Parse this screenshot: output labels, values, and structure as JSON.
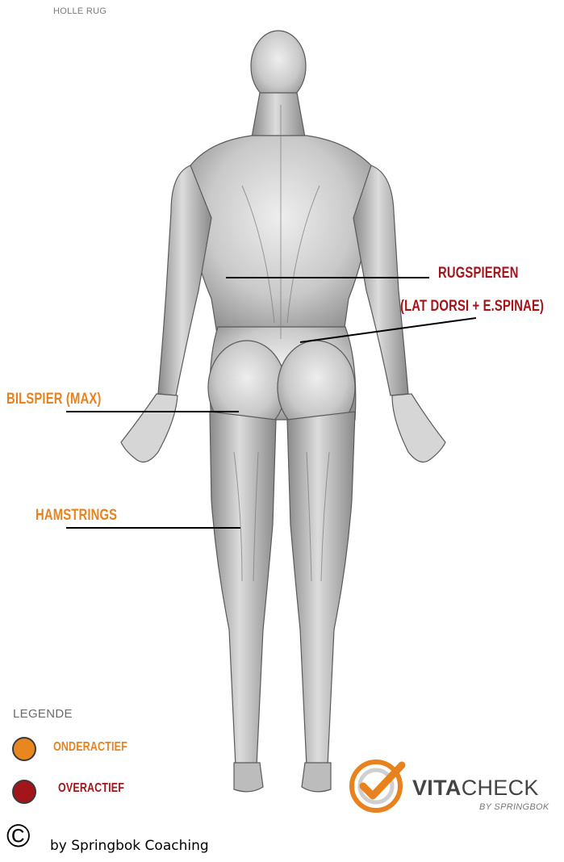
{
  "title": "HOLLE RUG",
  "labels": {
    "rugspieren_line1": "RUGSPIEREN",
    "rugspieren_line2": "(LAT DORSI + E.SPINAE)",
    "bilspier": "BILSPIER (MAX)",
    "hamstrings": "HAMSTRINGS"
  },
  "legend": {
    "title": "LEGENDE",
    "items": [
      {
        "label": "ONDERACTIEF",
        "color": "#e8871f"
      },
      {
        "label": "OVERACTIEF",
        "color": "#a3151b"
      }
    ]
  },
  "logo": {
    "brand_bold": "VITA",
    "brand_rest": "CHECK",
    "sub": "BY SPRINGBOK"
  },
  "footer": {
    "copyright_symbol": "©",
    "credit": "by Springbok Coaching"
  },
  "colors": {
    "underactive": "#e8821e",
    "overactive": "#a3151b"
  }
}
